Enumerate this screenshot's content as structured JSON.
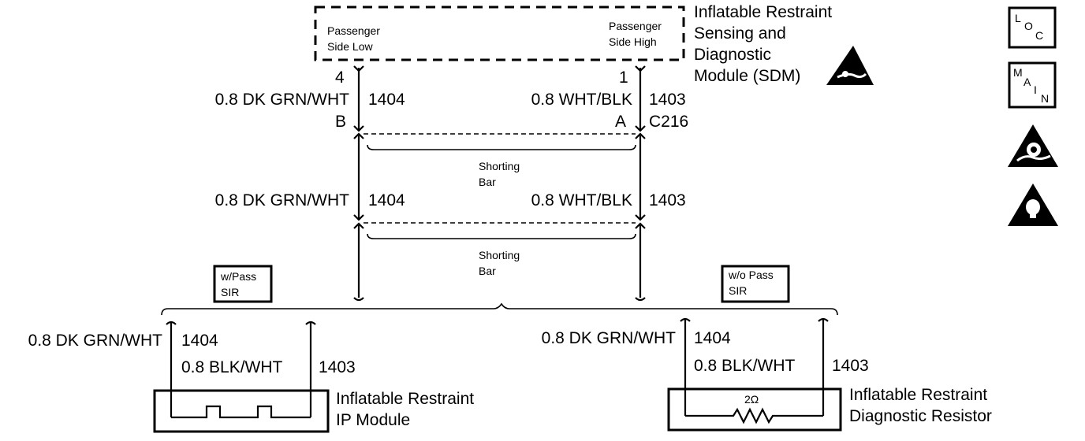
{
  "sdm": {
    "title_lines": [
      "Inflatable Restraint",
      "Sensing and",
      "Diagnostic",
      "Module (SDM)"
    ],
    "low_label_lines": [
      "Passenger",
      "Side Low"
    ],
    "high_label_lines": [
      "Passenger",
      "Side High"
    ],
    "pin_low": "4",
    "pin_high": "1"
  },
  "wires": {
    "low_color": "0.8 DK GRN/WHT",
    "low_circuit": "1404",
    "high_color": "0.8 WHT/BLK",
    "high_circuit": "1403",
    "high_color_module": "0.8 BLK/WHT"
  },
  "connector": {
    "pin_low": "B",
    "pin_high": "A",
    "name": "C216"
  },
  "shorting_bar": [
    "Shorting",
    "Bar"
  ],
  "options": {
    "with": [
      "w/Pass",
      "SIR"
    ],
    "without": [
      "w/o Pass",
      "SIR"
    ]
  },
  "ip_module": [
    "Inflatable Restraint",
    "IP Module"
  ],
  "diag_resistor": {
    "lines": [
      "Inflatable Restraint",
      "Diagnostic Resistor"
    ],
    "value": "2Ω"
  },
  "side_icons": [
    {
      "icon": "loc-icon",
      "letters": [
        "L",
        "O",
        "C"
      ]
    },
    {
      "icon": "main-icon",
      "letters": [
        "M",
        "A",
        "I",
        "N"
      ]
    },
    {
      "icon": "air-bag-warning-icon"
    },
    {
      "icon": "caution-icon"
    }
  ]
}
